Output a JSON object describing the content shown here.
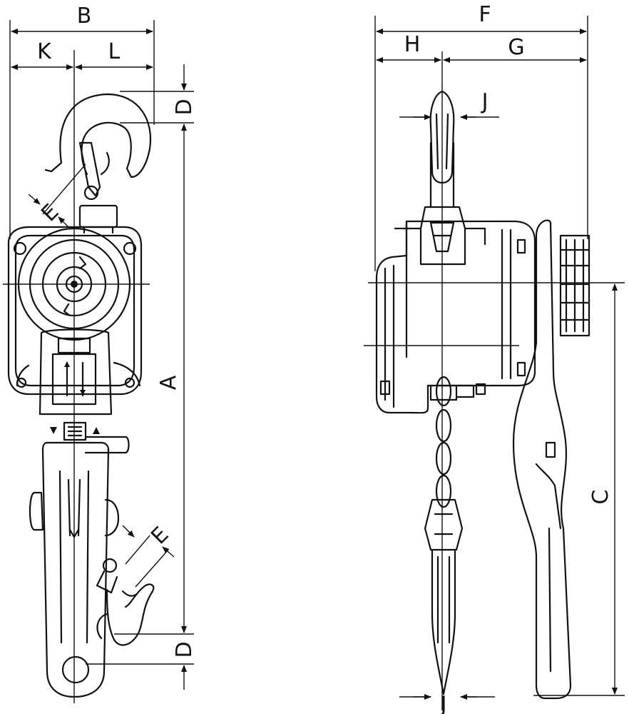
{
  "labels": {
    "b": "B",
    "k": "K",
    "l": "L",
    "d_top": "D",
    "e_top": "E",
    "a": "A",
    "e_bottom": "E",
    "d_bottom": "D",
    "f": "F",
    "h": "H",
    "g": "G",
    "j_top": "J",
    "c": "C",
    "j_bottom": "J"
  }
}
